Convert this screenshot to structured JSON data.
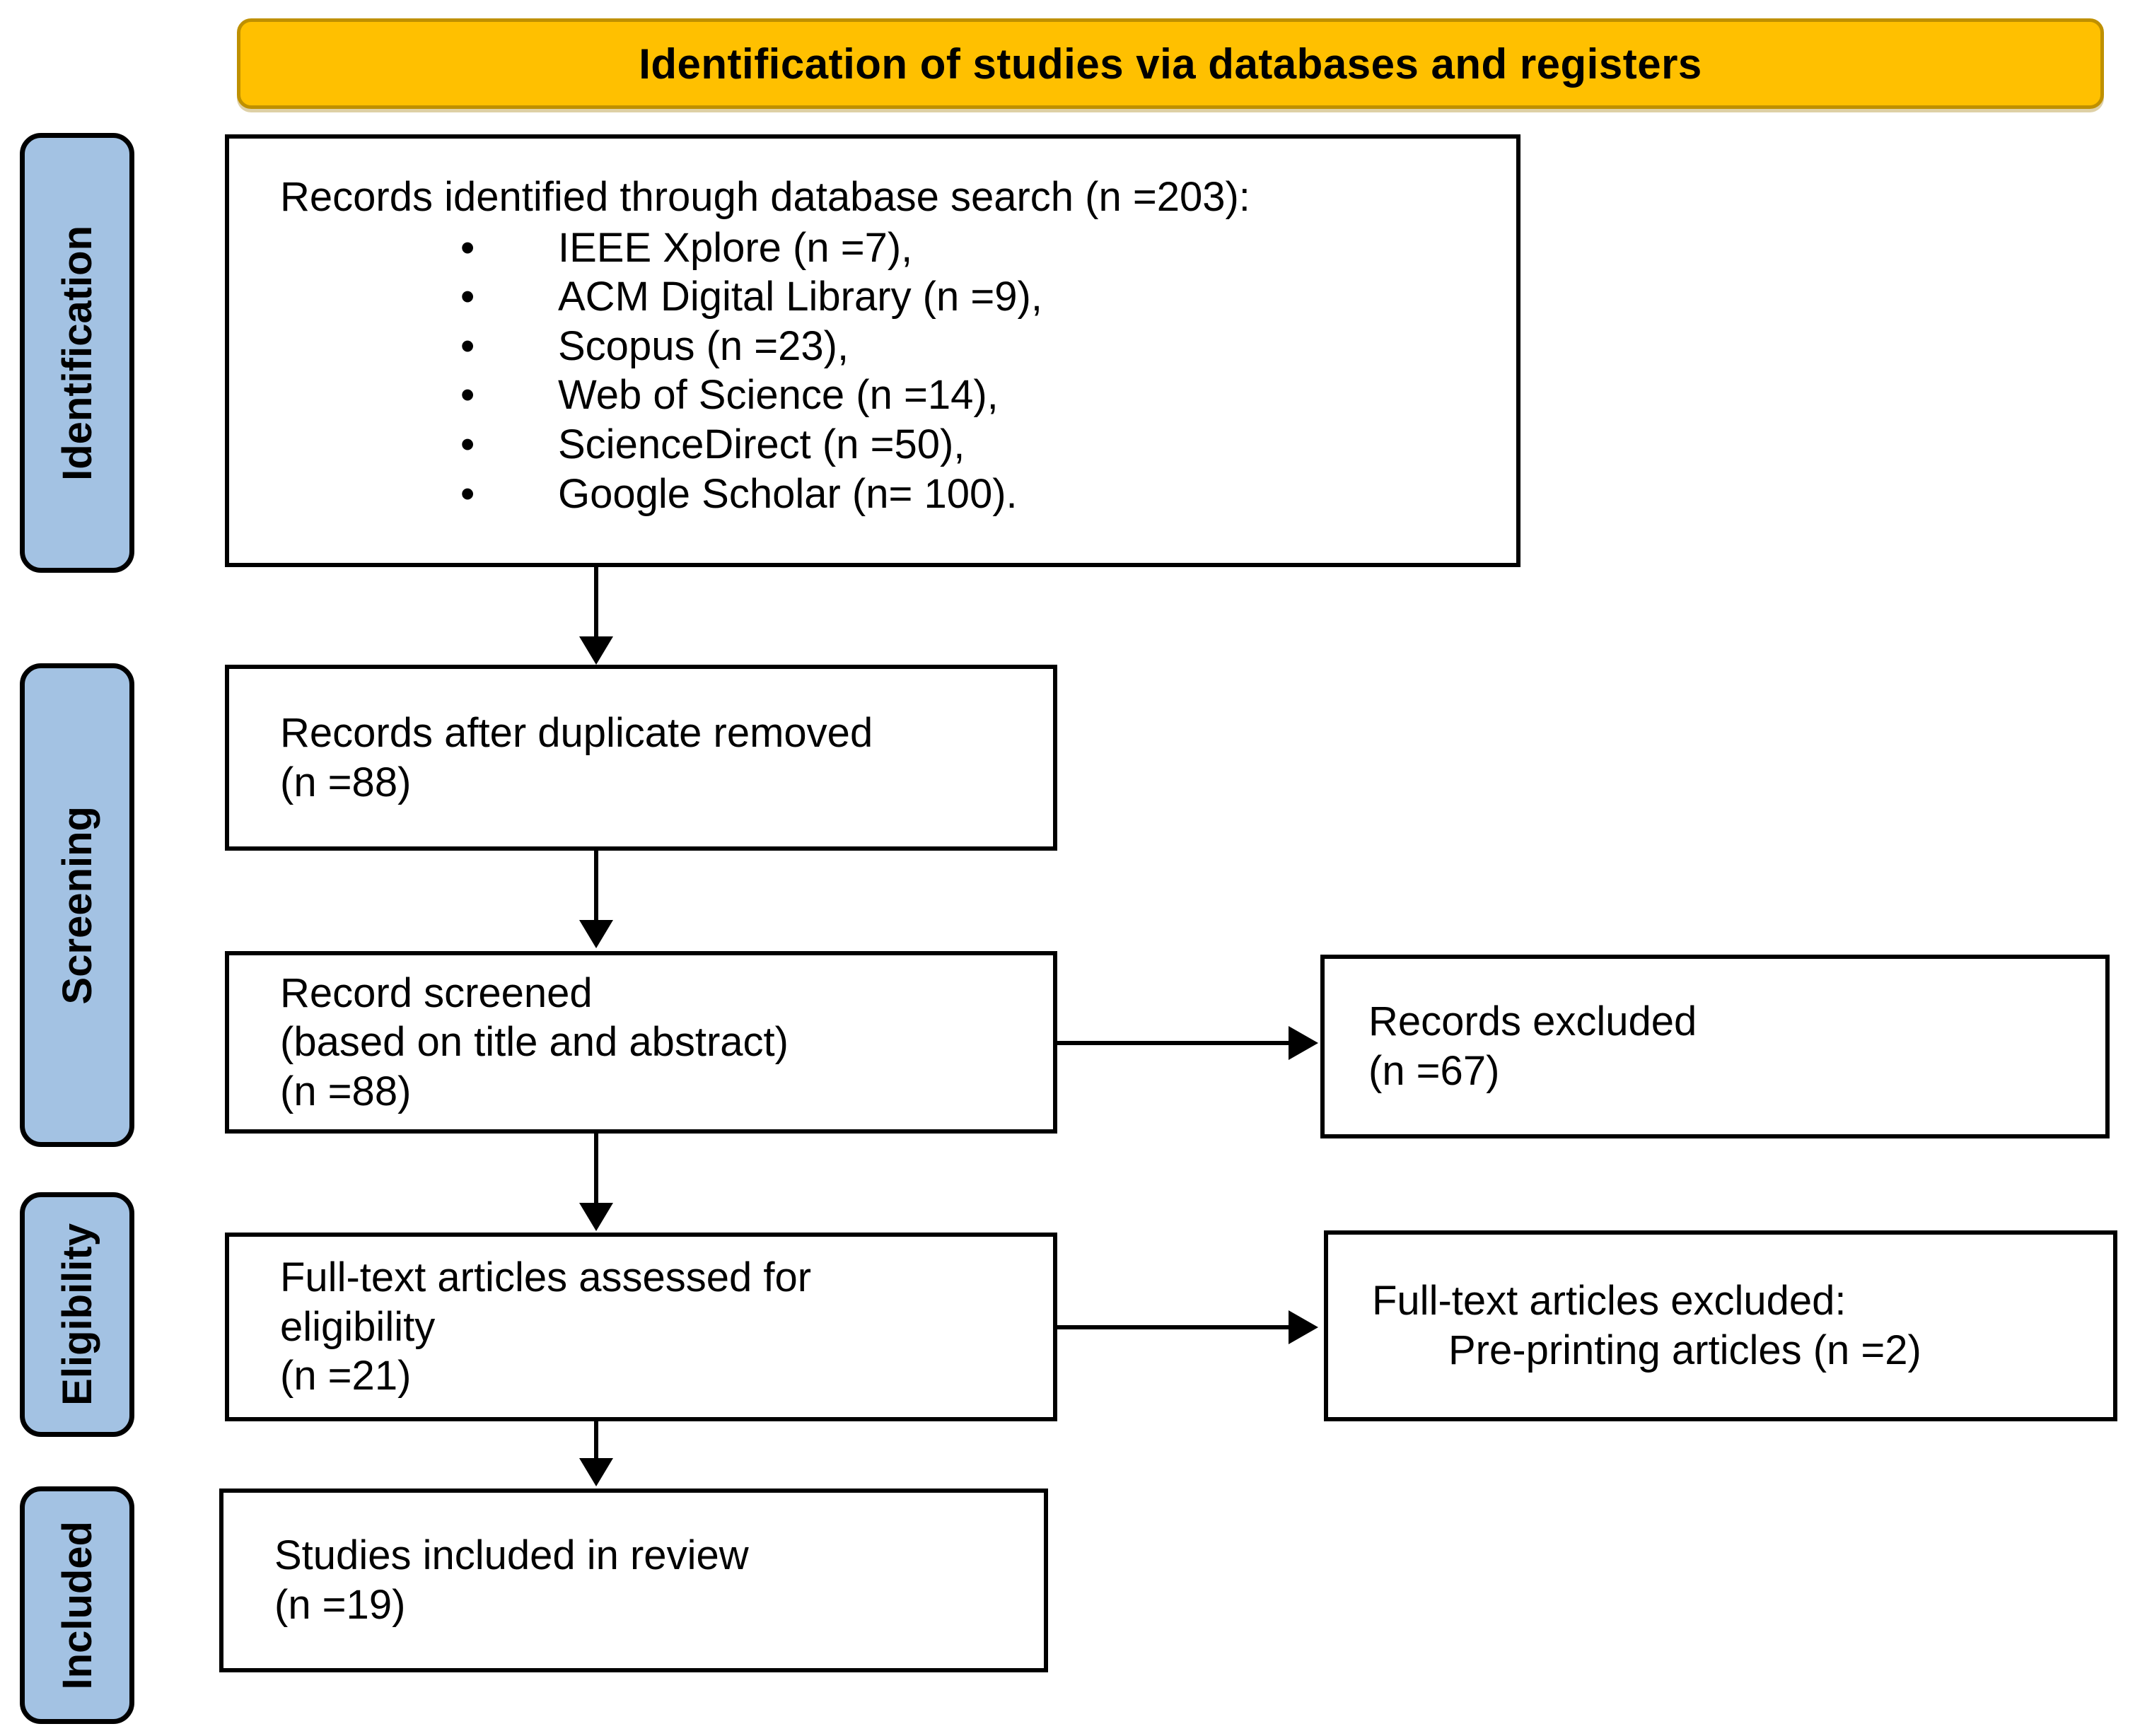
{
  "banner": {
    "label": "Identification of studies via databases and registers"
  },
  "stages": [
    {
      "label": "Identification"
    },
    {
      "label": "Screening"
    },
    {
      "label": "Eligibility"
    },
    {
      "label": "Included"
    }
  ],
  "boxes": {
    "identified": {
      "title": "Records identified through database search (n =203):",
      "bullets": [
        "IEEE Xplore (n =7),",
        "ACM Digital Library (n =9),",
        "Scopus (n =23),",
        "Web of Science (n =14),",
        "ScienceDirect (n =50),",
        "Google Scholar (n= 100)."
      ]
    },
    "dedup": {
      "line1": "Records after duplicate removed",
      "line2": "(n =88)"
    },
    "screened": {
      "line1": "Record screened",
      "line2": "(based on title and abstract)",
      "line3": "(n =88)"
    },
    "records_excluded": {
      "line1": "Records excluded",
      "line2": "(n =67)"
    },
    "fulltext": {
      "line1": "Full-text articles assessed for",
      "line2": "eligibility",
      "line3": "(n =21)"
    },
    "fulltext_excluded": {
      "line1": "Full-text articles excluded:",
      "line2": "Pre-printing articles (n =2)"
    },
    "included": {
      "line1": "Studies included in review",
      "line2": "(n =19)"
    }
  },
  "colors": {
    "banner_bg": "#FFC000",
    "banner_border": "#BF9000",
    "stage_bg": "#A3C2E3",
    "line_color": "#000000",
    "text_color": "#000000",
    "box_bg": "#FFFFFF"
  }
}
